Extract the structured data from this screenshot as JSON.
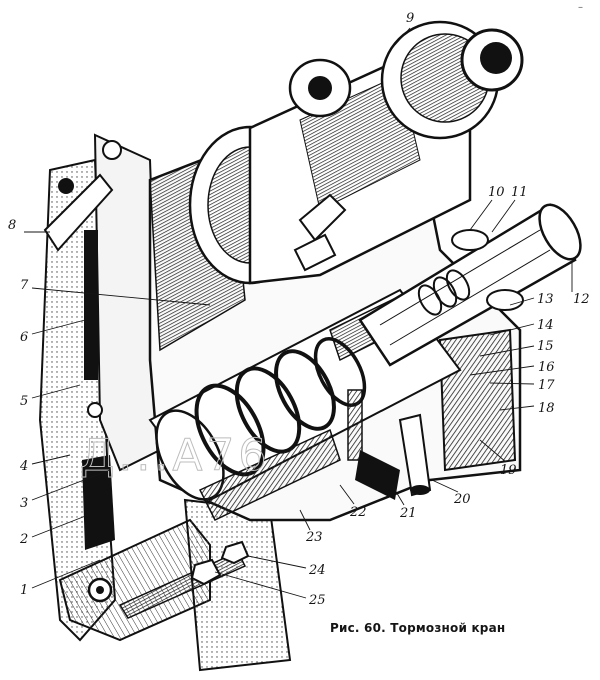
{
  "caption": "Рис. 60. Тормозной кран",
  "corner_mark": "–",
  "watermark": "Д...А76",
  "callouts": [
    {
      "id": "1",
      "label": "1"
    },
    {
      "id": "2",
      "label": "2"
    },
    {
      "id": "3",
      "label": "3"
    },
    {
      "id": "4",
      "label": "4"
    },
    {
      "id": "5",
      "label": "5"
    },
    {
      "id": "6",
      "label": "6"
    },
    {
      "id": "7",
      "label": "7"
    },
    {
      "id": "8",
      "label": "8"
    },
    {
      "id": "9",
      "label": "9"
    },
    {
      "id": "10",
      "label": "10"
    },
    {
      "id": "11",
      "label": "11"
    },
    {
      "id": "12",
      "label": "12"
    },
    {
      "id": "13",
      "label": "13"
    },
    {
      "id": "14",
      "label": "14"
    },
    {
      "id": "15",
      "label": "15"
    },
    {
      "id": "16",
      "label": "16"
    },
    {
      "id": "17",
      "label": "17"
    },
    {
      "id": "18",
      "label": "18"
    },
    {
      "id": "19",
      "label": "19"
    },
    {
      "id": "20",
      "label": "20"
    },
    {
      "id": "21",
      "label": "21"
    },
    {
      "id": "22",
      "label": "22"
    },
    {
      "id": "23",
      "label": "23"
    },
    {
      "id": "24",
      "label": "24"
    },
    {
      "id": "25",
      "label": "25"
    }
  ]
}
